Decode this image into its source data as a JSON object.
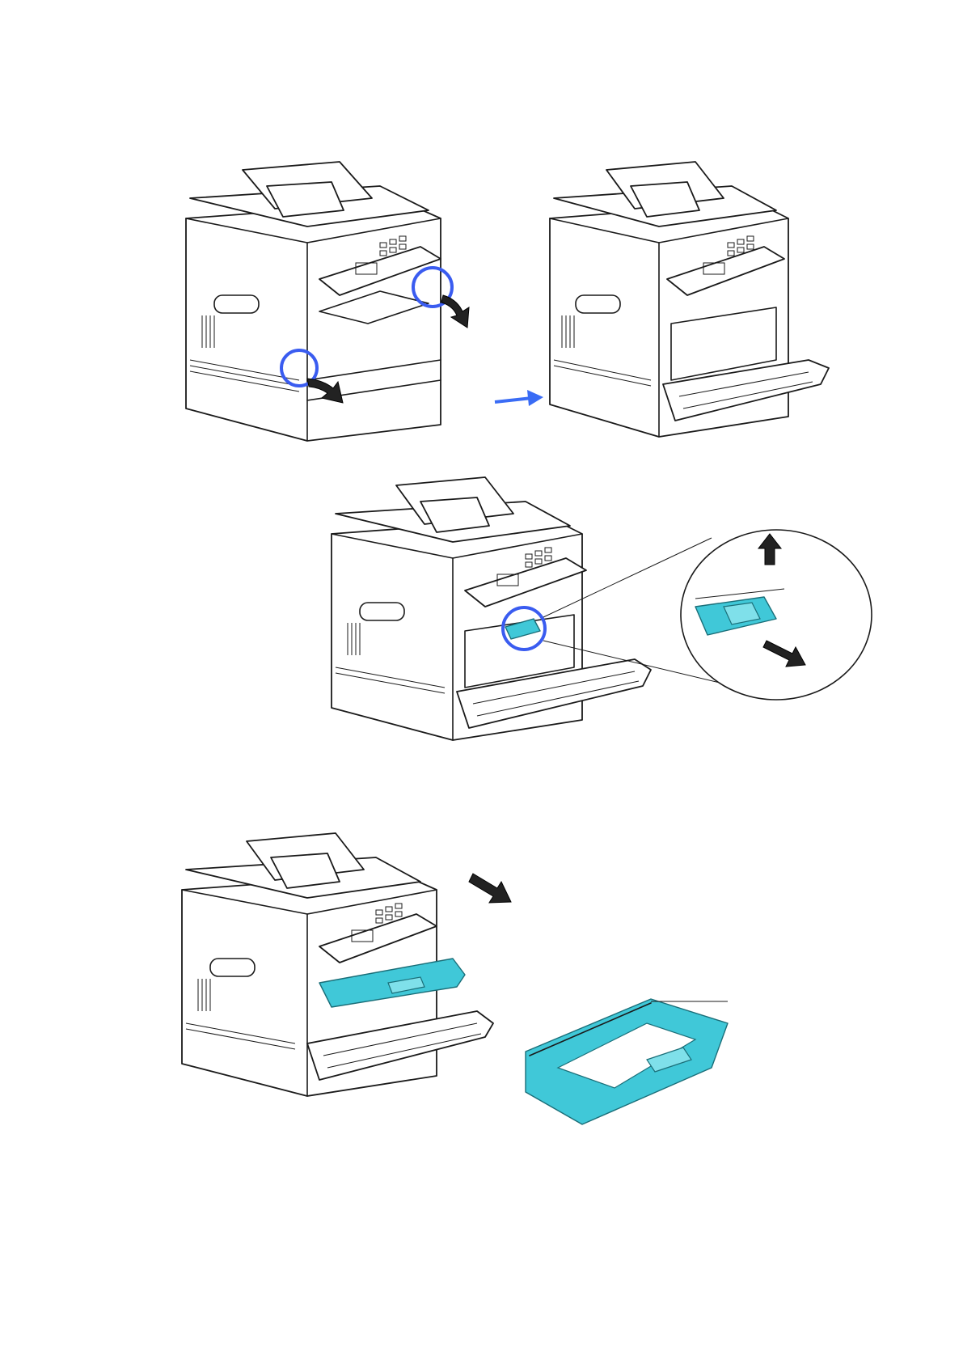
{
  "document": {
    "figures": [
      {
        "name": "open-front-cover",
        "note": ""
      },
      {
        "name": "release-drum-lever",
        "note": ""
      },
      {
        "name": "remove-drum-unit",
        "note": ""
      }
    ]
  },
  "colors": {
    "highlight_ring": "#3a5cf0",
    "part_highlight": "#40c8d8",
    "arrow_blue": "#3a6cf5",
    "arrow_black": "#222222"
  },
  "icons": [
    "printer-illustration",
    "rotate-arrow-icon",
    "right-arrow-icon",
    "up-arrow-icon",
    "diagonal-arrow-icon",
    "magnifier-callout"
  ]
}
